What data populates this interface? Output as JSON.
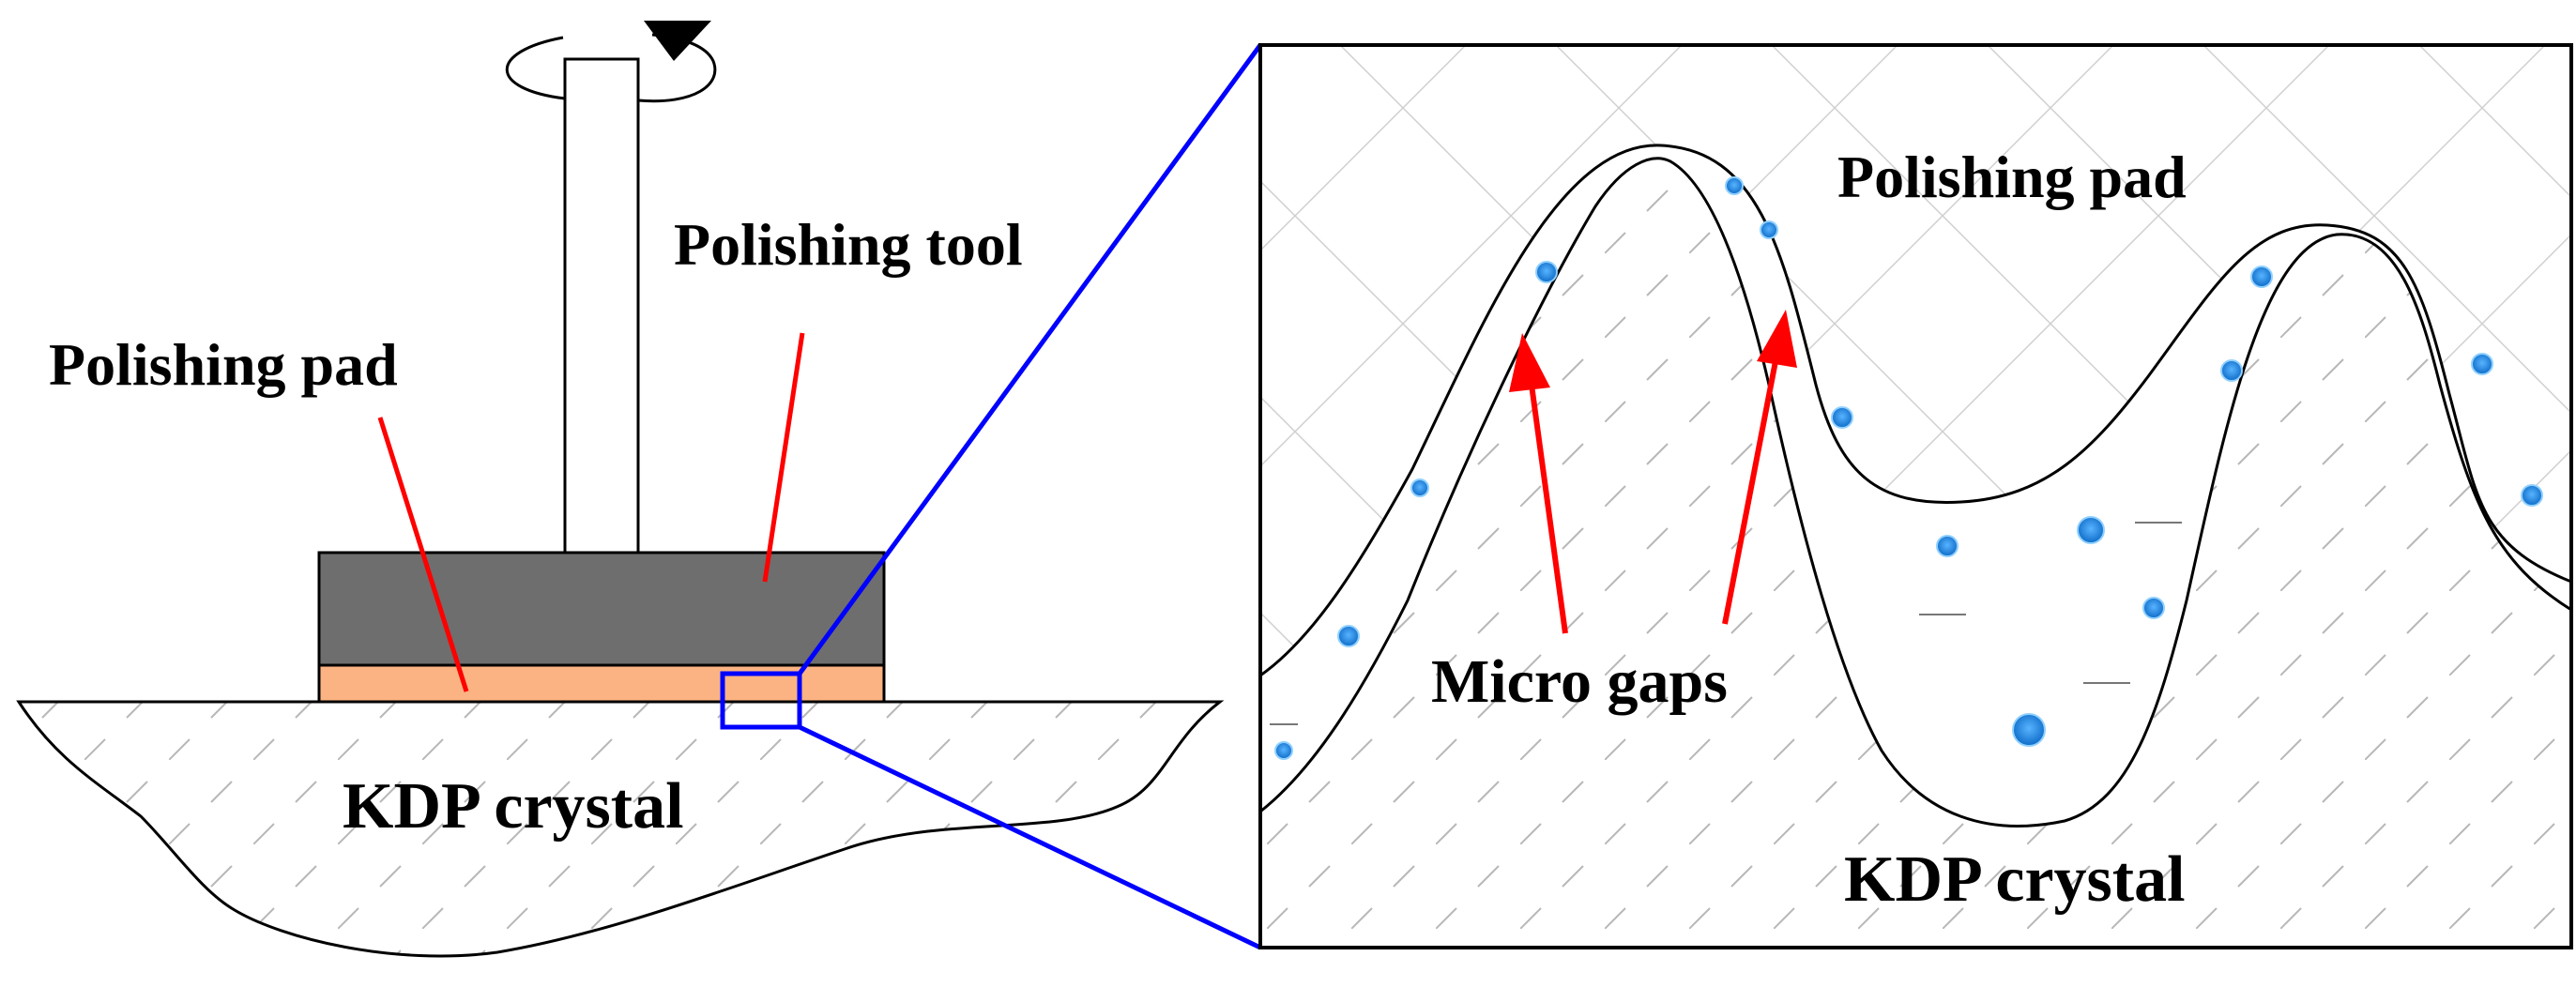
{
  "labels": {
    "left_polishing_tool": "Polishing tool",
    "left_polishing_pad": "Polishing pad",
    "left_kdp_crystal": "KDP crystal",
    "right_polishing_pad": "Polishing pad",
    "right_micro_gaps": "Micro gaps",
    "right_kdp_crystal": "KDP crystal"
  },
  "colors": {
    "tool_body": "#6e6e6e",
    "pad": "#fbb383",
    "annotation_lines": "#ff0000",
    "zoom_box": "#0000ff",
    "particles": "#1e7fd6",
    "outline": "#000000"
  },
  "icons": {
    "rotation": "rotation-arrow-icon"
  }
}
